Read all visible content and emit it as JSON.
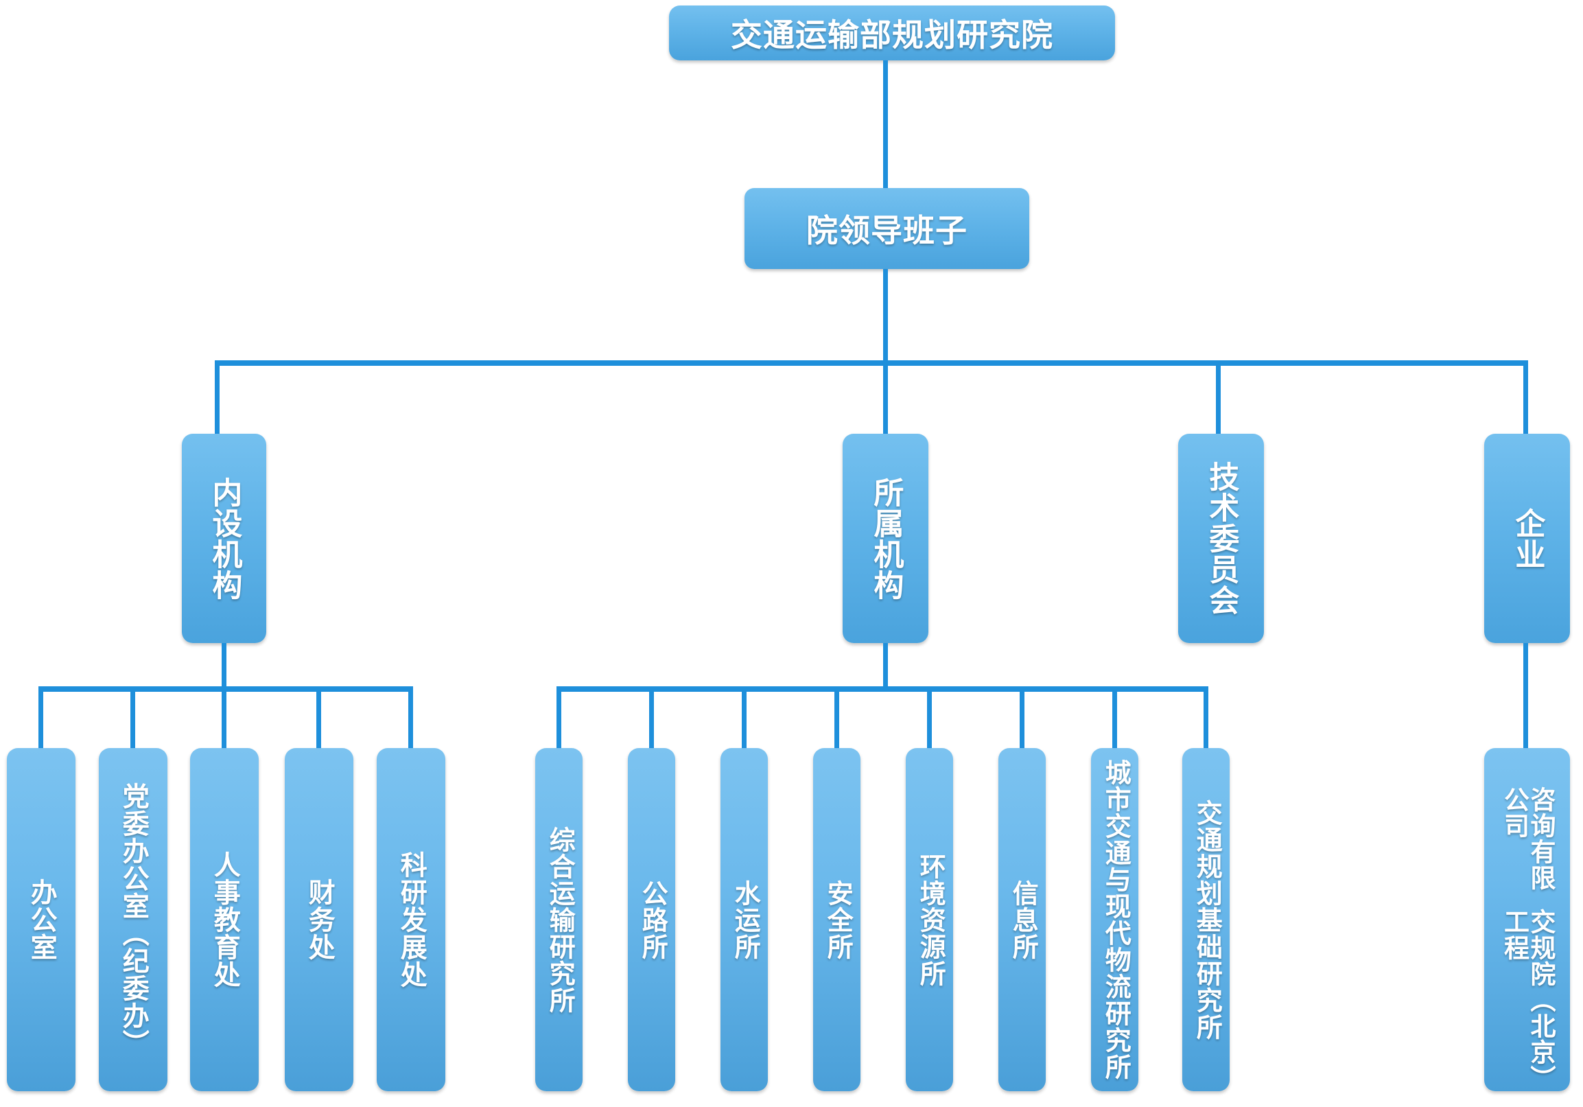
{
  "chart": {
    "title_node": "交通运输部规划研究院",
    "leadership_node": "院领导班子",
    "categories": [
      {
        "id": "internal",
        "label": "内设机构"
      },
      {
        "id": "affiliated",
        "label": "所属机构"
      },
      {
        "id": "committee",
        "label": "技术委员会"
      },
      {
        "id": "enterprise",
        "label": "企业"
      }
    ],
    "internal_units": [
      {
        "label": "办公室"
      },
      {
        "label": "党委办公室（纪委办）"
      },
      {
        "label": "人事教育处"
      },
      {
        "label": "财务处"
      },
      {
        "label": "科研发展处"
      }
    ],
    "affiliated_units": [
      {
        "label": "综合运输研究所"
      },
      {
        "label": "公路所"
      },
      {
        "label": "水运所"
      },
      {
        "label": "安全所"
      },
      {
        "label": "环境资源所"
      },
      {
        "label": "信息所"
      },
      {
        "label": "城市交通与现代物流研究所"
      },
      {
        "label": "交通规划基础研究所"
      }
    ],
    "enterprise_units": [
      {
        "col_left": "交规院（北京）工程",
        "col_right": "咨询有限公司"
      }
    ],
    "colors": {
      "connector": "#1e8fdb",
      "box_top": "#74c0ef",
      "box_bottom": "#4aa3dd",
      "text": "#ffffff",
      "background": "#ffffff"
    }
  }
}
